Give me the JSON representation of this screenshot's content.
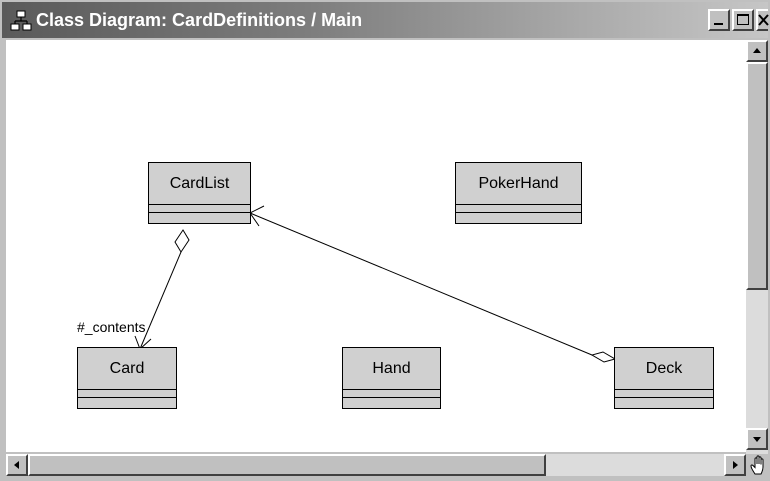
{
  "window": {
    "title": "Class Diagram: CardDefinitions / Main",
    "icon": "class-diagram-icon"
  },
  "diagram": {
    "classes": {
      "cardlist": "CardList",
      "pokerhand": "PokerHand",
      "card": "Card",
      "hand": "Hand",
      "deck": "Deck"
    },
    "role_label": "#_contents"
  },
  "icons": {
    "minimize": "minimize-icon",
    "maximize": "maximize-icon",
    "close": "close-icon",
    "pan": "hand-icon"
  },
  "colors": {
    "class_fill": "#d0d0d0",
    "canvas": "#ffffff",
    "chrome": "#c0c0c0"
  }
}
